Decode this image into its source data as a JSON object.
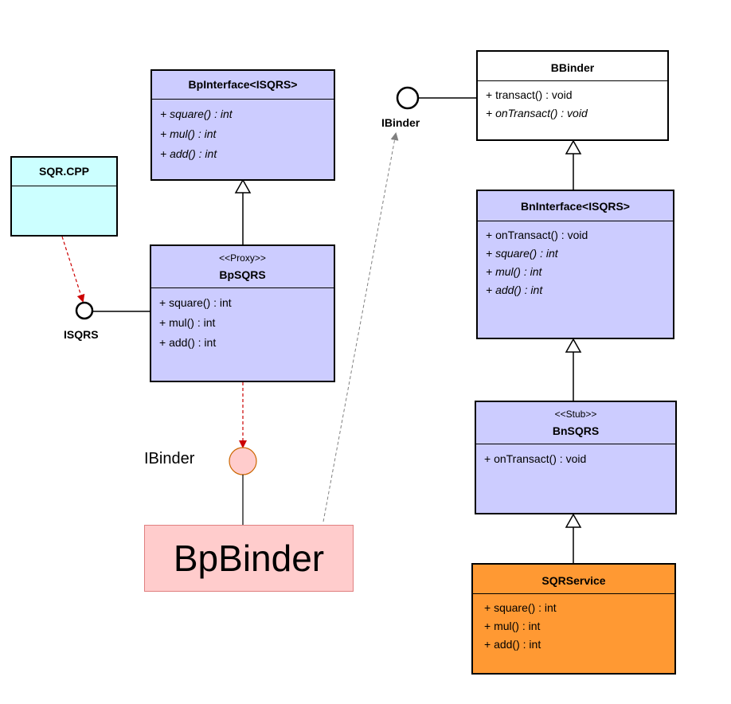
{
  "classes": {
    "bpinterface": {
      "name": "BpInterface<ISQRS>",
      "ops": [
        "+ square() : int",
        "+ mul() : int",
        "+ add() : int"
      ]
    },
    "sqrcpp": {
      "name": "SQR.CPP"
    },
    "bpsqrs": {
      "stereotype": "<<Proxy>>",
      "name": "BpSQRS",
      "ops": [
        "+ square() : int",
        "+ mul() : int",
        "+ add() : int"
      ]
    },
    "bbinder": {
      "name": "BBinder",
      "ops": [
        "+ transact() : void",
        "+ onTransact() : void"
      ]
    },
    "bninterface": {
      "name": "BnInterface<ISQRS>",
      "ops": [
        "+ onTransact() : void",
        "+ square() : int",
        "+ mul() : int",
        "+ add() : int"
      ]
    },
    "bnsqrs": {
      "stereotype": "<<Stub>>",
      "name": "BnSQRS",
      "ops": [
        "+ onTransact() : void"
      ]
    },
    "sqrservice": {
      "name": "SQRService",
      "ops": [
        "+ square() : int",
        "+ mul() : int",
        "+ add() : int"
      ]
    }
  },
  "interfaces": {
    "isqrs": "ISQRS",
    "ibinder_top": "IBinder",
    "ibinder_bottom": "IBinder"
  },
  "bpbinder": "BpBinder",
  "colors": {
    "lilac": "#ccccff",
    "cyan": "#ccffff",
    "orange": "#ff9933",
    "pink": "#ffcccc",
    "dependency_red": "#cc0000",
    "dependency_gray": "#808080"
  }
}
